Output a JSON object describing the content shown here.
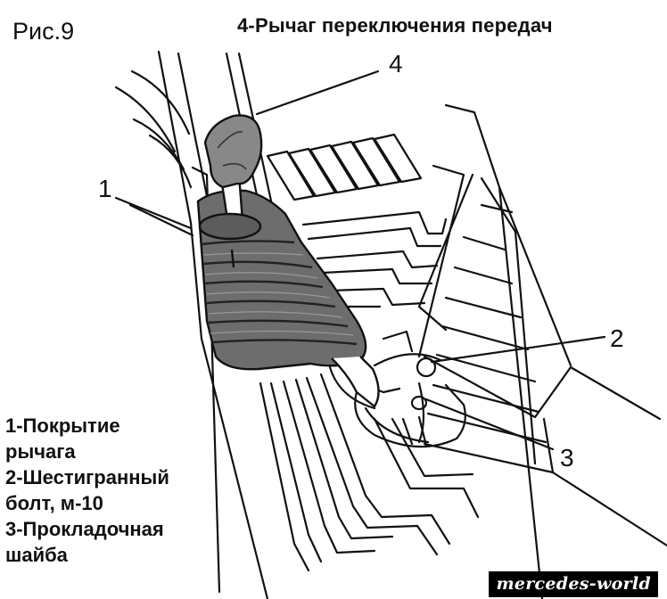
{
  "figure": {
    "label": "Рис.9",
    "title": "4-Рычаг переключения передач"
  },
  "callouts": {
    "n1": "1",
    "n2": "2",
    "n3": "3",
    "n4": "4"
  },
  "legend": {
    "line1": "1-Покрытие",
    "line2": "рычага",
    "line3": "2-Шестигранный",
    "line4": "болт, м-10",
    "line5": "3-Прокладочная",
    "line6": "шайба"
  },
  "watermark": "mercedes-world",
  "colors": {
    "ink": "#111111",
    "boot_fill": "#6d6d6d",
    "knob_fill": "#888888",
    "background": "#ffffff"
  }
}
